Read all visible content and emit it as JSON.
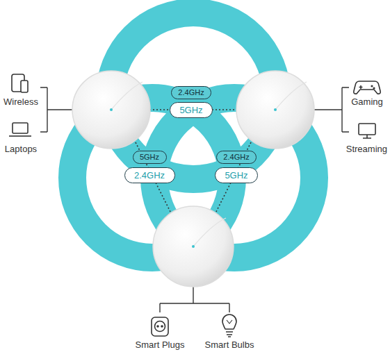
{
  "diagram": {
    "nodes": [
      {
        "text": [
          "2.4GHz"
        ]
      },
      {
        "text": [
          "5GHz"
        ]
      },
      {
        "text": [
          "5GHz"
        ]
      },
      {
        "text": [
          "2.4GHz"
        ]
      },
      {
        "text": [
          "2.4GHz"
        ]
      },
      {
        "text": [
          "5GHz"
        ]
      }
    ],
    "labels": [
      "Wireless",
      "Laptops",
      "Gaming",
      "Streaming",
      "Smart Plugs",
      "Smart Bulbs"
    ]
  }
}
